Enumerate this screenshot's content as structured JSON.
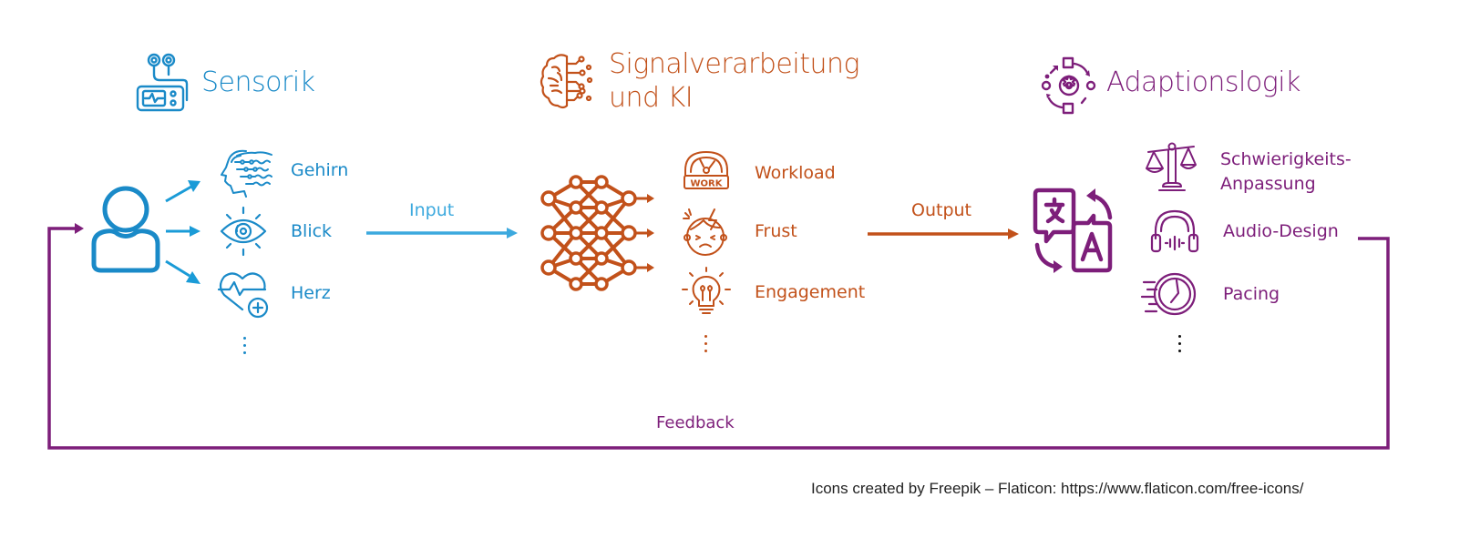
{
  "columns": {
    "sensorik": {
      "title": "Sensorik",
      "icon": "biosensor-device-icon",
      "items": [
        {
          "label": "Gehirn",
          "icon": "brain-eeg-head-icon"
        },
        {
          "label": "Blick",
          "icon": "eye-gaze-icon"
        },
        {
          "label": "Herz",
          "icon": "heart-rate-icon"
        }
      ],
      "more": "⋮"
    },
    "signalverarbeitung": {
      "title_line1": "Signalverarbeitung",
      "title_line2": "und KI",
      "icon": "ai-brain-circuit-icon",
      "items": [
        {
          "label": "Workload",
          "icon": "workload-gauge-icon"
        },
        {
          "label": "Frust",
          "icon": "frustrated-face-icon"
        },
        {
          "label": "Engagement",
          "icon": "lightbulb-idea-icon"
        }
      ],
      "more": "⋮"
    },
    "adaptionslogik": {
      "title": "Adaptionslogik",
      "icon": "gear-cycle-process-icon",
      "items": [
        {
          "label_line1": "Schwierigkeits-",
          "label_line2": "Anpassung",
          "icon": "balance-scale-icon"
        },
        {
          "label": "Audio-Design",
          "icon": "headphones-audio-icon"
        },
        {
          "label": "Pacing",
          "icon": "fast-clock-icon"
        }
      ],
      "more": "⋮"
    }
  },
  "flow": {
    "input_label": "Input",
    "output_label": "Output",
    "feedback_label": "Feedback"
  },
  "credit": "Icons created by Freepik – Flaticon: https://www.flaticon.com/free-icons/",
  "colors": {
    "blue": "#1a8ac8",
    "light_blue": "#3ca9de",
    "orange": "#c2511a",
    "purple": "#7d1e7a"
  }
}
